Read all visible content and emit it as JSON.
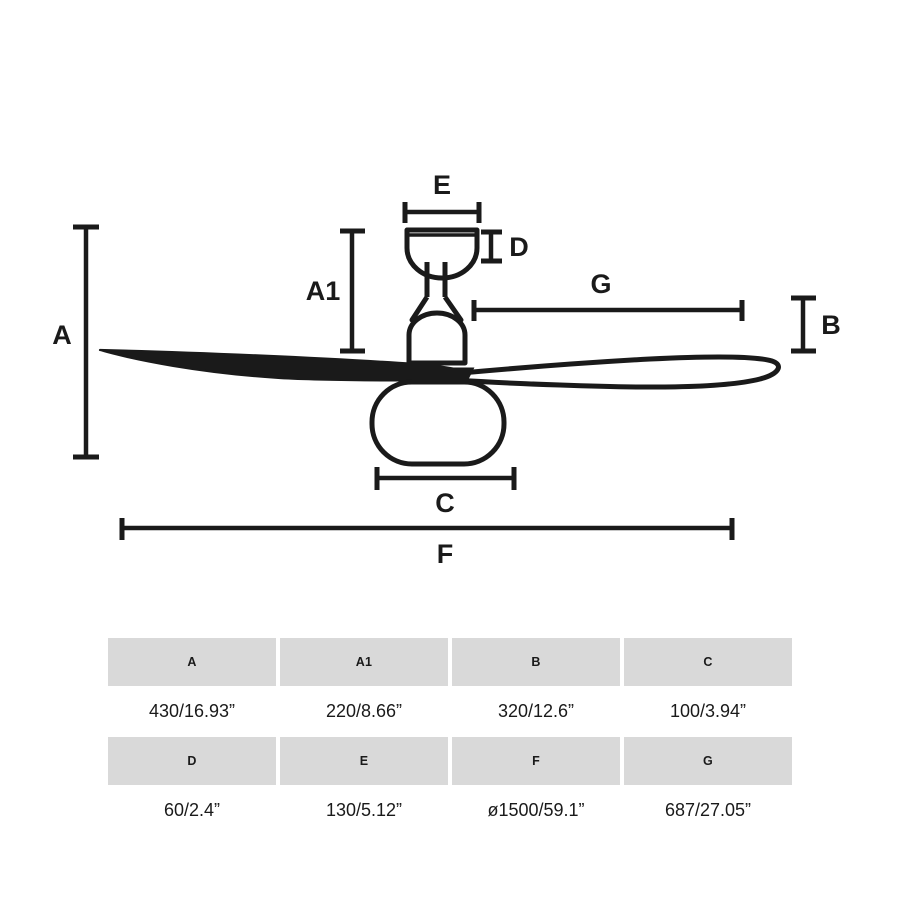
{
  "diagram": {
    "title": "Ceiling fan dimensional drawing",
    "product": "ceiling-fan-with-light",
    "line_color": "#1a1a1a",
    "background_color": "#ffffff",
    "dimension_labels": [
      {
        "key": "A",
        "text": "A",
        "orientation": "vertical",
        "position": "left-overall-height"
      },
      {
        "key": "A1",
        "text": "A1",
        "orientation": "vertical",
        "position": "downrod-to-blade-height"
      },
      {
        "key": "B",
        "text": "B",
        "orientation": "vertical",
        "position": "right-blade-drop"
      },
      {
        "key": "C",
        "text": "C",
        "orientation": "horizontal",
        "position": "below-light-globe"
      },
      {
        "key": "D",
        "text": "D",
        "orientation": "vertical",
        "position": "canopy-height"
      },
      {
        "key": "E",
        "text": "E",
        "orientation": "horizontal",
        "position": "canopy-width"
      },
      {
        "key": "F",
        "text": "F",
        "orientation": "horizontal",
        "position": "blade-span"
      },
      {
        "key": "G",
        "text": "G",
        "orientation": "horizontal",
        "position": "blade-radius"
      }
    ]
  },
  "table": {
    "group1": {
      "headers": [
        "A",
        "A1",
        "B",
        "C"
      ],
      "values": [
        "430/16.93”",
        "220/8.66”",
        "320/12.6”",
        "100/3.94”"
      ]
    },
    "group2": {
      "headers": [
        "D",
        "E",
        "F",
        "G"
      ],
      "values": [
        "60/2.4”",
        "130/5.12”",
        "ø1500/59.1”",
        "687/27.05”"
      ]
    },
    "header_bg": "#d9d9d9",
    "text_color": "#1a1a1a"
  }
}
